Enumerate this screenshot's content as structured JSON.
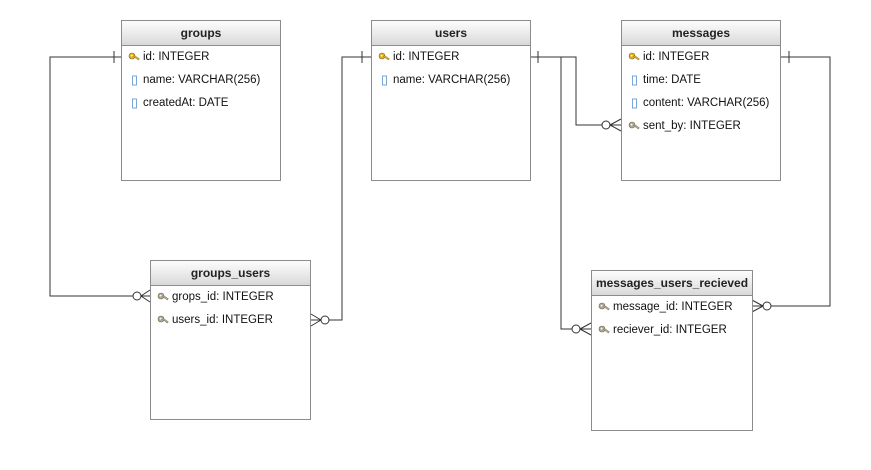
{
  "colors": {
    "background": "#ffffff",
    "table_border": "#8c8c8c",
    "line": "#333333",
    "pk_icon": "#e0b020",
    "fk_icon": "#a8a8a8",
    "col_icon": "#7aa6d6"
  },
  "tables": {
    "groups": {
      "name": "groups",
      "columns": [
        {
          "label": "id: INTEGER",
          "icon": "primary-key-icon"
        },
        {
          "label": "name: VARCHAR(256)",
          "icon": "column-icon"
        },
        {
          "label": "createdAt: DATE",
          "icon": "column-icon"
        }
      ]
    },
    "users": {
      "name": "users",
      "columns": [
        {
          "label": "id: INTEGER",
          "icon": "primary-key-icon"
        },
        {
          "label": "name: VARCHAR(256)",
          "icon": "column-icon"
        }
      ]
    },
    "messages": {
      "name": "messages",
      "columns": [
        {
          "label": "id: INTEGER",
          "icon": "primary-key-icon"
        },
        {
          "label": "time: DATE",
          "icon": "column-icon"
        },
        {
          "label": "content: VARCHAR(256)",
          "icon": "column-icon"
        },
        {
          "label": "sent_by: INTEGER",
          "icon": "foreign-key-icon"
        }
      ]
    },
    "groups_users": {
      "name": "groups_users",
      "columns": [
        {
          "label": "grops_id: INTEGER",
          "icon": "foreign-key-icon"
        },
        {
          "label": "users_id: INTEGER",
          "icon": "foreign-key-icon"
        }
      ]
    },
    "messages_users_recieved": {
      "name": "messages_users_recieved",
      "columns": [
        {
          "label": "message_id: INTEGER",
          "icon": "foreign-key-icon"
        },
        {
          "label": "reciever_id: INTEGER",
          "icon": "foreign-key-icon"
        }
      ]
    }
  },
  "relationships": [
    {
      "from": "groups.id",
      "to": "groups_users.grops_id",
      "from_card": "one",
      "to_card": "zero-or-many"
    },
    {
      "from": "users.id",
      "to": "groups_users.users_id",
      "from_card": "one",
      "to_card": "zero-or-many"
    },
    {
      "from": "users.id",
      "to": "messages.sent_by",
      "from_card": "one",
      "to_card": "zero-or-many"
    },
    {
      "from": "users.id",
      "to": "messages_users_recieved.reciever_id",
      "from_card": "one",
      "to_card": "zero-or-many"
    },
    {
      "from": "messages.id",
      "to": "messages_users_recieved.message_id",
      "from_card": "one",
      "to_card": "zero-or-many"
    }
  ]
}
